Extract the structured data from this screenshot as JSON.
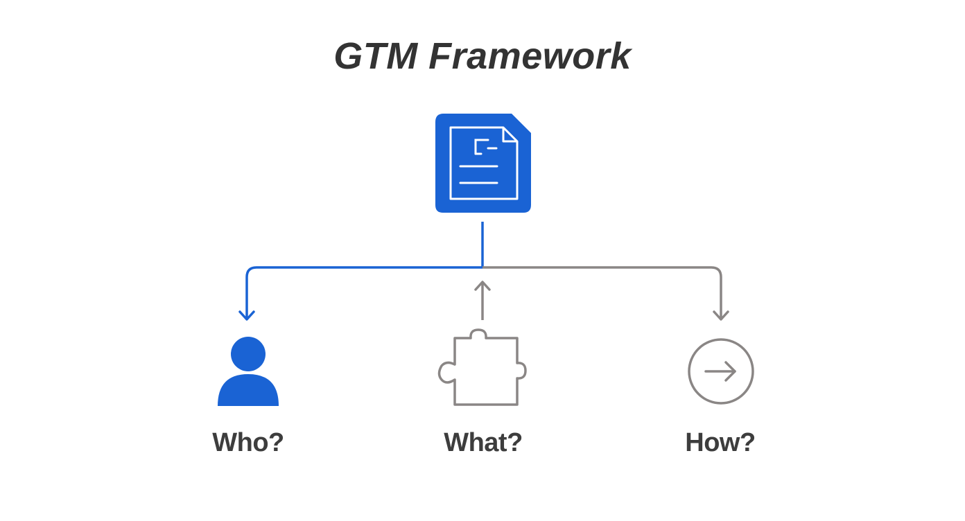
{
  "title": "GTM Framework",
  "nodes": {
    "root": {
      "icon": "document-icon"
    },
    "who": {
      "icon": "person-icon",
      "label": "Who?"
    },
    "what": {
      "icon": "puzzle-piece-icon",
      "label": "What?"
    },
    "how": {
      "icon": "arrow-right-circle-icon",
      "label": "How?"
    }
  },
  "colors": {
    "blue": "#1a63d4",
    "gray": "#8a8685",
    "text": "#333333"
  }
}
